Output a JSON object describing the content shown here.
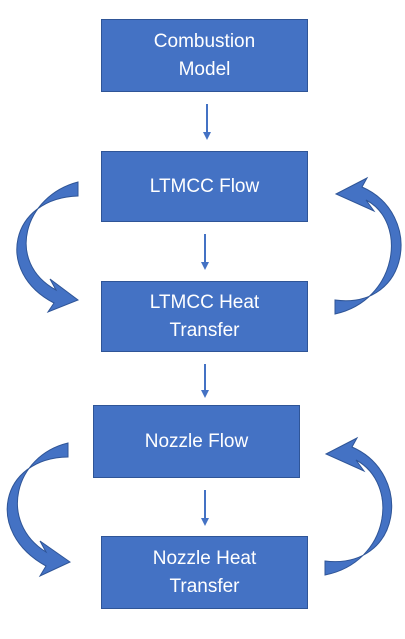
{
  "diagram": {
    "nodes": [
      {
        "id": "combustion-model",
        "label": "Combustion\nModel"
      },
      {
        "id": "ltmcc-flow",
        "label": "LTMCC Flow"
      },
      {
        "id": "ltmcc-heat-transfer",
        "label": "LTMCC Heat\nTransfer"
      },
      {
        "id": "nozzle-flow",
        "label": "Nozzle Flow"
      },
      {
        "id": "nozzle-heat-transfer",
        "label": "Nozzle Heat\nTransfer"
      }
    ],
    "edges": [
      {
        "from": "combustion-model",
        "to": "ltmcc-flow"
      },
      {
        "from": "ltmcc-flow",
        "to": "ltmcc-heat-transfer"
      },
      {
        "from": "ltmcc-heat-transfer",
        "to": "nozzle-flow"
      },
      {
        "from": "nozzle-flow",
        "to": "nozzle-heat-transfer"
      },
      {
        "from": "ltmcc-flow",
        "to": "ltmcc-heat-transfer",
        "style": "curved-left"
      },
      {
        "from": "ltmcc-heat-transfer",
        "to": "ltmcc-flow",
        "style": "curved-right"
      },
      {
        "from": "nozzle-flow",
        "to": "nozzle-heat-transfer",
        "style": "curved-left"
      },
      {
        "from": "nozzle-heat-transfer",
        "to": "nozzle-flow",
        "style": "curved-right"
      }
    ],
    "colors": {
      "box_fill": "#4472c4",
      "box_border": "#2f5597",
      "text": "#ffffff",
      "arrow": "#4472c4"
    }
  }
}
